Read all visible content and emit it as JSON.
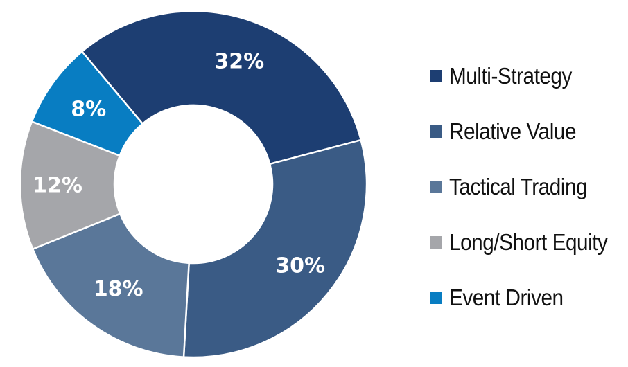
{
  "chart_data": {
    "type": "pie",
    "variant": "donut",
    "title": "",
    "categories": [
      "Multi-Strategy",
      "Relative Value",
      "Tactical Trading",
      "Long/Short Equity",
      "Event Driven"
    ],
    "values": [
      32,
      30,
      18,
      12,
      8
    ],
    "labels": [
      "32%",
      "30%",
      "18%",
      "12%",
      "8%"
    ],
    "colors": [
      "#1d3e72",
      "#3a5b85",
      "#5a7799",
      "#a5a6aa",
      "#087dc2"
    ],
    "start_angle_deg": -40,
    "direction": "clockwise",
    "legend_position": "right"
  },
  "legend": {
    "items": [
      {
        "label": "Multi-Strategy",
        "color": "#1d3e72"
      },
      {
        "label": "Relative Value",
        "color": "#3a5b85"
      },
      {
        "label": "Tactical Trading",
        "color": "#5a7799"
      },
      {
        "label": "Long/Short Equity",
        "color": "#a5a6aa"
      },
      {
        "label": "Event Driven",
        "color": "#087dc2"
      }
    ]
  }
}
